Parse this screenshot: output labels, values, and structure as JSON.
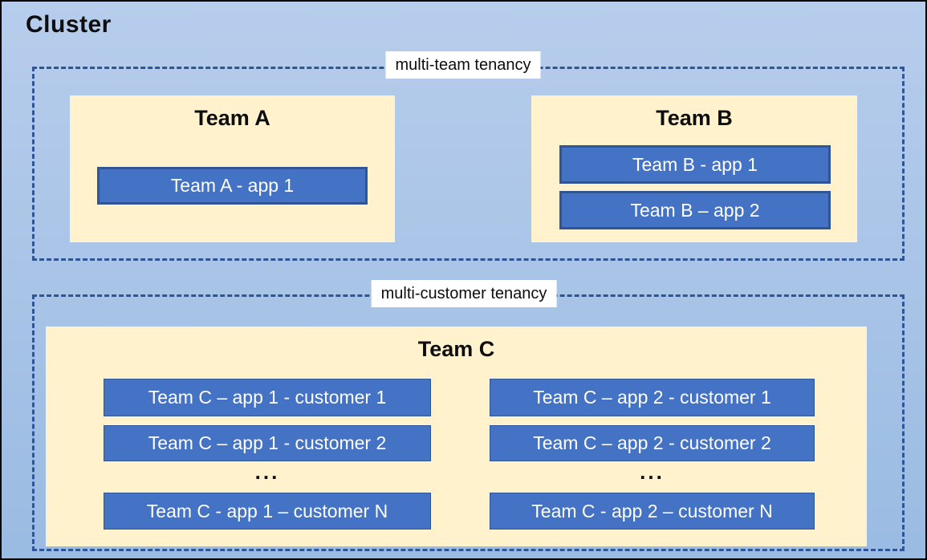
{
  "title": "Cluster",
  "colors": {
    "background_top": "#b7cdec",
    "background_bottom": "#9abbe2",
    "outer_border": "#000000",
    "dashed_border": "#2f5597",
    "team_fill": "#fff2cc",
    "app_fill": "#4472c4",
    "app_border": "#2f5597",
    "app_text": "#ffffff"
  },
  "sections": {
    "multi_team": {
      "label": "multi-team tenancy",
      "team_a": {
        "name": "Team A",
        "apps": [
          "Team A - app 1"
        ]
      },
      "team_b": {
        "name": "Team B",
        "apps": [
          "Team B - app 1",
          "Team B – app 2"
        ]
      }
    },
    "multi_customer": {
      "label": "multi-customer tenancy",
      "team_c": {
        "name": "Team C",
        "app1_column": {
          "rows": [
            "Team C – app 1 - customer 1",
            "Team C – app 1 - customer 2"
          ],
          "ellipsis": "...",
          "last_row": "Team C - app 1 – customer N"
        },
        "app2_column": {
          "rows": [
            "Team C – app 2 - customer 1",
            "Team C – app 2 - customer 2"
          ],
          "ellipsis": "...",
          "last_row": "Team C - app 2 – customer N"
        }
      }
    }
  }
}
